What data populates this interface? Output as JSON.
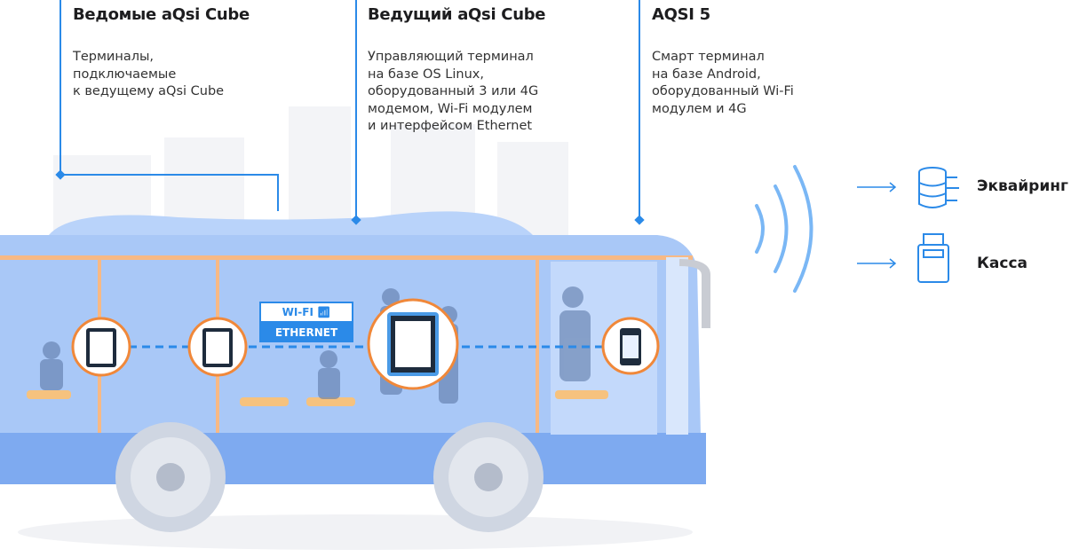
{
  "columns": [
    {
      "title": "Ведомые aQsi Cube",
      "text": "Терминалы,\nподключаемые\nк ведущему aQsi Cube"
    },
    {
      "title": "Ведущий aQsi Cube",
      "text": "Управляющий терминал\nна базе OS Linux,\nоборудованный 3 или 4G\nмодемом, Wi-Fi модулем\nи интерфейсом Ethernet"
    },
    {
      "title": "AQSI 5",
      "text": "Смарт терминал\nна базе Android,\nоборудованный Wi-Fi\nмодулем и 4G"
    }
  ],
  "sign": {
    "wifi": "WI-FI",
    "ethernet": "ETHERNET"
  },
  "destinations": [
    {
      "label": "Эквайринг",
      "icon": "database-icon"
    },
    {
      "label": "Касса",
      "icon": "cash-register-icon"
    }
  ],
  "colors": {
    "accent": "#2b8ae8",
    "bus": "#8fb9f5",
    "bus_dark": "#6fa1ee",
    "ring": "#f0883a",
    "text": "#1d1d1f"
  }
}
